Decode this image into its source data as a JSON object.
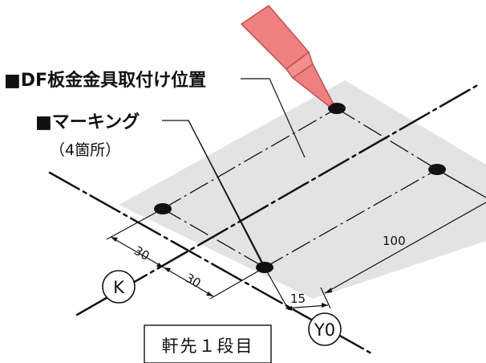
{
  "callouts": {
    "plate_position": "■DF板金金具取付け位置",
    "marking": "■マーキング",
    "marking_count": "（4箇所）"
  },
  "dimensions": {
    "d1": "30",
    "d2": "30",
    "d3": "100",
    "d4": "15"
  },
  "axis_labels": {
    "k": "K",
    "y0": "Y0"
  },
  "caption": "軒先１段目",
  "colors": {
    "plate_fill": "#e3e3e3",
    "pen": "#f08080",
    "pen_stroke": "#c05050",
    "line": "#111111"
  },
  "icons": {
    "pen": "marker-pen-icon"
  }
}
